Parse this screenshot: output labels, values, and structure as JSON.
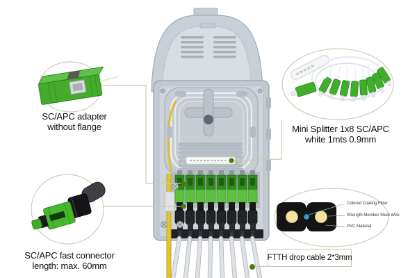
{
  "page": {
    "background": "#ffffff"
  },
  "colors": {
    "accent_green": "#3fae2a",
    "adapter_dark_green": "#2f8a1d",
    "adapter_light_green": "#5cc23d",
    "box_gray": "#c6ccd3",
    "cable_yellow": "#e3c62d",
    "callout_line": "#c9c9b0",
    "callout_dot": "#4c7a12",
    "fiber_blue": "#2ba0d8",
    "cross_section_black": "#141414",
    "strength_member_yellow": "#f2e3a0"
  },
  "callouts": {
    "adapter": {
      "label_line1": "SC/APC adapter",
      "label_line2": "without flange"
    },
    "fast_connector": {
      "label_line1": "SC/APC fast connector",
      "label_line2": "length: max. 60mm"
    },
    "mini_splitter": {
      "label_line1": "Mini Splitter 1x8 SC/APC",
      "label_line2": "white 1mts 0.9mm"
    },
    "drop_cable": {
      "label": "FTTH drop cable 2*3mm",
      "cross_section": [
        "Colored Coating Fiber",
        "Strength Member Steel Wire",
        "PVC Material"
      ]
    }
  }
}
